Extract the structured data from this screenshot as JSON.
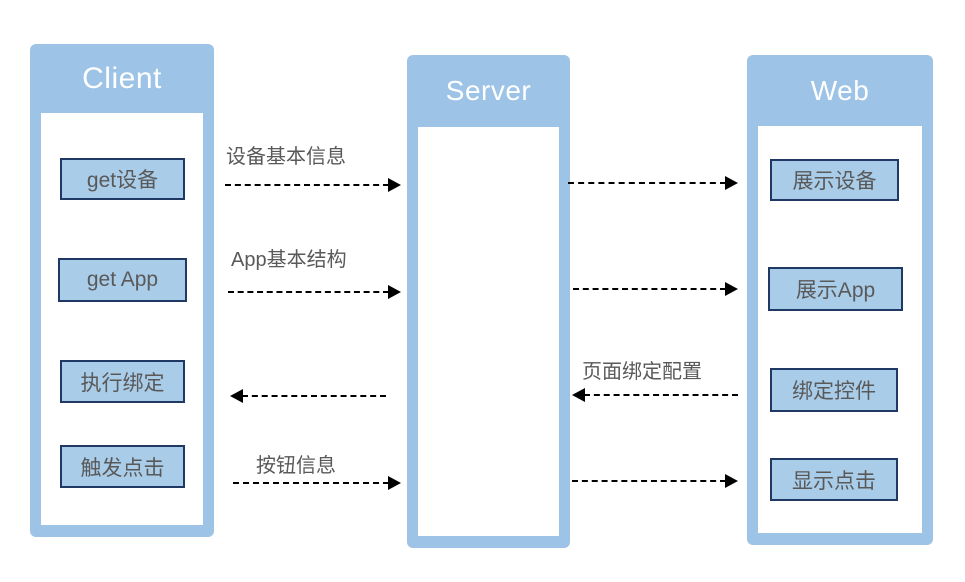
{
  "columns": {
    "client": {
      "title": "Client",
      "buttons": [
        "get设备",
        "get App",
        "执行绑定",
        "触发点击"
      ]
    },
    "server": {
      "title": "Server",
      "buttons": []
    },
    "web": {
      "title": "Web",
      "buttons": [
        "展示设备",
        "展示App",
        "绑定控件",
        "显示点击"
      ]
    }
  },
  "messages": {
    "device_info": "设备基本信息",
    "app_structure": "App基本结构",
    "page_binding": "页面绑定配置",
    "button_info": "按钮信息"
  },
  "arrows": [
    {
      "name": "client-to-server-device-info",
      "direction": "right",
      "label": "设备基本信息"
    },
    {
      "name": "server-to-web-show-device",
      "direction": "right",
      "label": ""
    },
    {
      "name": "client-to-server-app-structure",
      "direction": "right",
      "label": "App基本结构"
    },
    {
      "name": "server-to-web-show-app",
      "direction": "right",
      "label": ""
    },
    {
      "name": "server-to-client-binding",
      "direction": "left",
      "label": ""
    },
    {
      "name": "web-to-server-page-binding",
      "direction": "left",
      "label": "页面绑定配置"
    },
    {
      "name": "client-to-server-button-info",
      "direction": "right",
      "label": "按钮信息"
    },
    {
      "name": "server-to-web-show-click",
      "direction": "right",
      "label": ""
    }
  ],
  "colors": {
    "column_blue": "#9DC3E6",
    "button_fill": "#A9CCE9",
    "button_border": "#1F3864",
    "text_gray": "#595959",
    "header_text": "#FFFFFF",
    "arrow": "#000000"
  }
}
